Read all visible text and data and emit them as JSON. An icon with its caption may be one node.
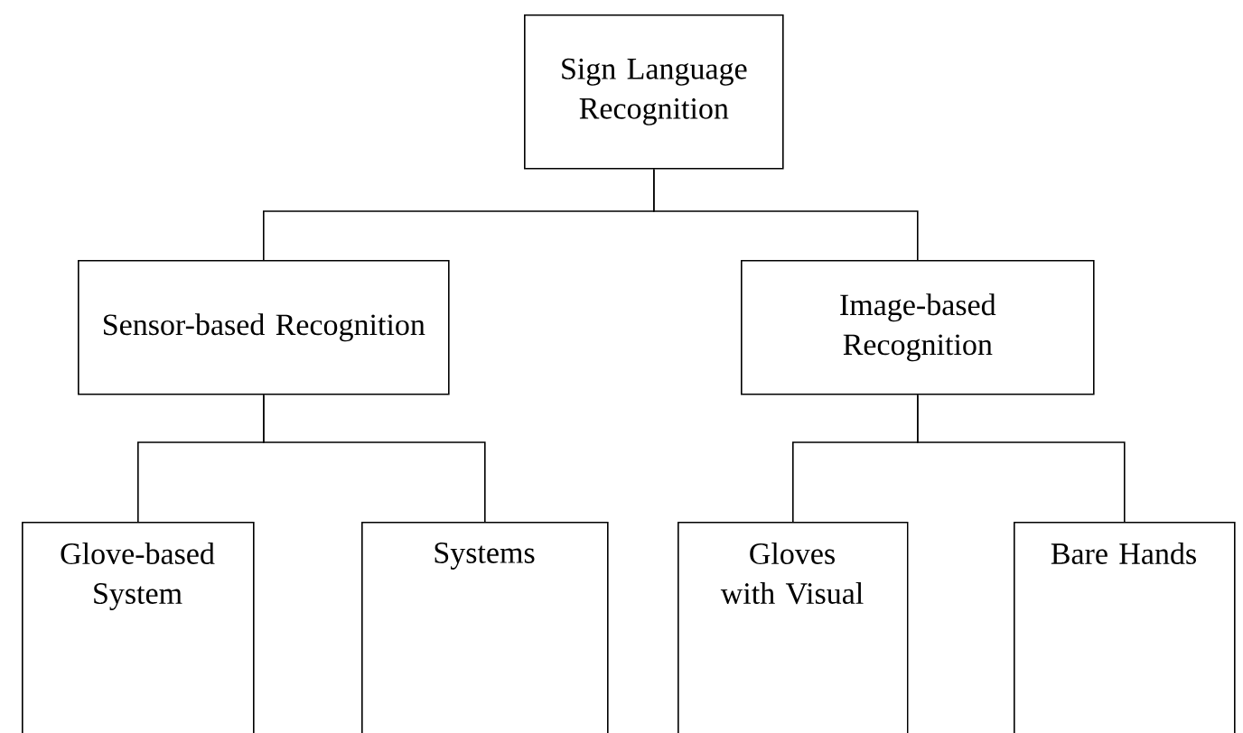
{
  "diagram": {
    "nodes": [
      {
        "text": [
          "Sign Language Recognition"
        ]
      },
      {
        "text": [
          "Sensor-based Recognition"
        ]
      },
      {
        "text": [
          "Image-based Recognition"
        ]
      },
      {
        "text": [
          "Glove-based System"
        ]
      },
      {
        "text": [
          "Systems"
        ]
      },
      {
        "text": [
          "Gloves with Visual"
        ]
      },
      {
        "text": [
          "Bare Hands"
        ]
      }
    ],
    "edges": [
      {
        "from": 0,
        "to": 1,
        "arrow": "none"
      },
      {
        "from": 0,
        "to": 2,
        "arrow": "none"
      },
      {
        "from": 1,
        "to": 3,
        "arrow": "none"
      },
      {
        "from": 1,
        "to": 4,
        "arrow": "none"
      },
      {
        "from": 2,
        "to": 5,
        "arrow": "none"
      },
      {
        "from": 2,
        "to": 6,
        "arrow": "none"
      }
    ]
  }
}
